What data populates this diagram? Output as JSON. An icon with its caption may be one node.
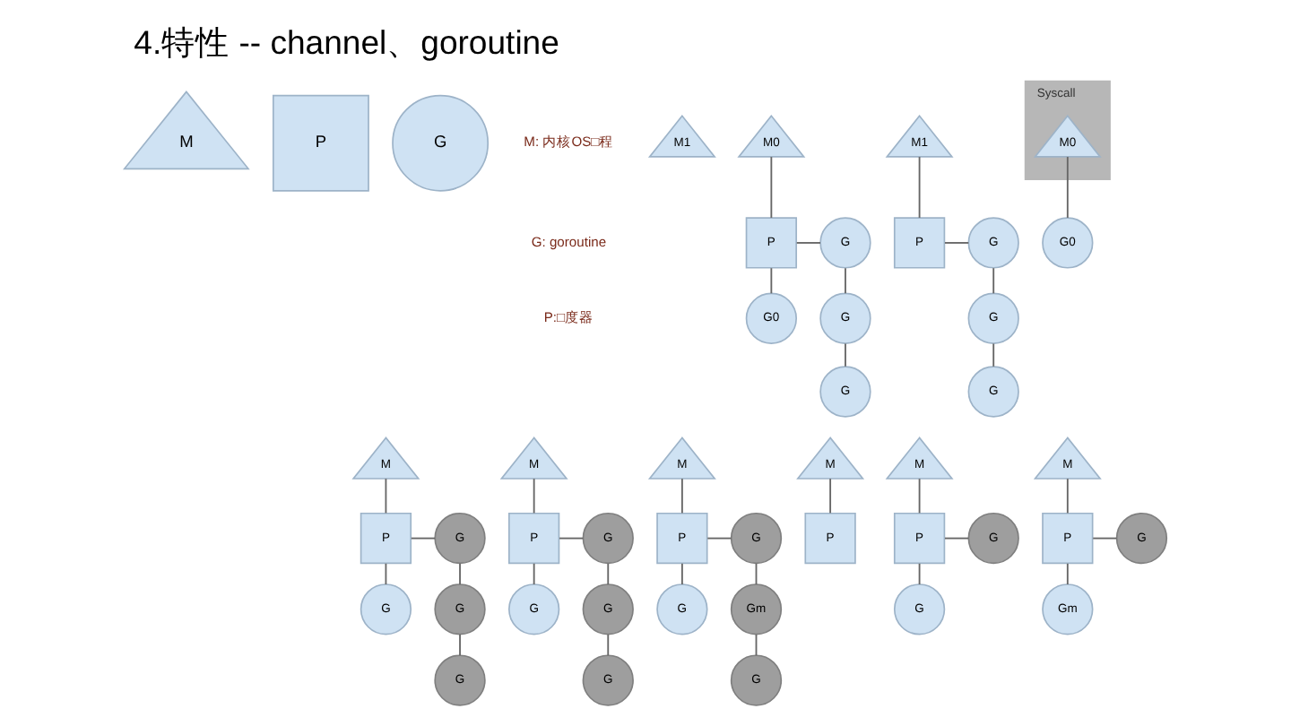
{
  "diagram": {
    "title": "4.特性 -- channel、goroutine",
    "nodes": [
      {
        "text": [
          "M"
        ]
      },
      {
        "text": [
          "P"
        ]
      },
      {
        "text": [
          "G"
        ]
      },
      {
        "text": [
          "M1"
        ]
      },
      {
        "text": [
          "M0"
        ]
      },
      {
        "text": [
          "P"
        ]
      },
      {
        "text": [
          "G"
        ]
      },
      {
        "text": [
          "G0"
        ]
      },
      {
        "text": [
          "G"
        ]
      },
      {
        "text": [
          "G"
        ]
      },
      {
        "text": [
          "M1"
        ]
      },
      {
        "text": [
          "Syscall"
        ]
      },
      {
        "text": [
          "M0"
        ],
        "in": 11
      },
      {
        "text": [
          "P"
        ]
      },
      {
        "text": [
          "G"
        ]
      },
      {
        "text": [
          "G0"
        ]
      },
      {
        "text": [
          "G"
        ]
      },
      {
        "text": [
          "G"
        ]
      },
      {
        "text": [
          "M"
        ]
      },
      {
        "text": [
          "P"
        ]
      },
      {
        "text": [
          "G"
        ]
      },
      {
        "text": [
          "G"
        ]
      },
      {
        "text": [
          "G"
        ]
      },
      {
        "text": [
          "G"
        ]
      },
      {
        "text": [
          "M"
        ]
      },
      {
        "text": [
          "P"
        ]
      },
      {
        "text": [
          "G"
        ]
      },
      {
        "text": [
          "G"
        ]
      },
      {
        "text": [
          "G"
        ]
      },
      {
        "text": [
          "G"
        ]
      },
      {
        "text": [
          "M"
        ]
      },
      {
        "text": [
          "P"
        ]
      },
      {
        "text": [
          "G"
        ]
      },
      {
        "text": [
          "G"
        ]
      },
      {
        "text": [
          "Gm"
        ]
      },
      {
        "text": [
          "G"
        ]
      },
      {
        "text": [
          "M"
        ]
      },
      {
        "text": [
          "P"
        ]
      },
      {
        "text": [
          "M"
        ]
      },
      {
        "text": [
          "P"
        ]
      },
      {
        "text": [
          "G"
        ]
      },
      {
        "text": [
          "G"
        ]
      },
      {
        "text": [
          "M"
        ]
      },
      {
        "text": [
          "P"
        ]
      },
      {
        "text": [
          "G"
        ]
      },
      {
        "text": [
          "Gm"
        ]
      }
    ],
    "edges": [
      {
        "from": 4,
        "to": 5,
        "arrow": "none"
      },
      {
        "from": 5,
        "to": 6,
        "arrow": "none"
      },
      {
        "from": 5,
        "to": 7,
        "arrow": "none"
      },
      {
        "from": 6,
        "to": 8,
        "arrow": "none"
      },
      {
        "from": 8,
        "to": 9,
        "arrow": "none"
      },
      {
        "from": 10,
        "to": 13,
        "arrow": "none"
      },
      {
        "from": 13,
        "to": 14,
        "arrow": "none"
      },
      {
        "from": 14,
        "to": 16,
        "arrow": "none"
      },
      {
        "from": 16,
        "to": 17,
        "arrow": "none"
      },
      {
        "from": 12,
        "to": 15,
        "arrow": "none"
      },
      {
        "from": 18,
        "to": 19,
        "arrow": "none"
      },
      {
        "from": 19,
        "to": 20,
        "arrow": "none"
      },
      {
        "from": 19,
        "to": 21,
        "arrow": "none"
      },
      {
        "from": 20,
        "to": 22,
        "arrow": "none"
      },
      {
        "from": 22,
        "to": 23,
        "arrow": "none"
      },
      {
        "from": 24,
        "to": 25,
        "arrow": "none"
      },
      {
        "from": 25,
        "to": 26,
        "arrow": "none"
      },
      {
        "from": 25,
        "to": 27,
        "arrow": "none"
      },
      {
        "from": 26,
        "to": 28,
        "arrow": "none"
      },
      {
        "from": 28,
        "to": 29,
        "arrow": "none"
      },
      {
        "from": 30,
        "to": 31,
        "arrow": "none"
      },
      {
        "from": 31,
        "to": 32,
        "arrow": "none"
      },
      {
        "from": 31,
        "to": 33,
        "arrow": "none"
      },
      {
        "from": 32,
        "to": 34,
        "arrow": "none"
      },
      {
        "from": 34,
        "to": 35,
        "arrow": "none"
      },
      {
        "from": 36,
        "to": 37,
        "arrow": "none"
      },
      {
        "from": 38,
        "to": 39,
        "arrow": "none"
      },
      {
        "from": 39,
        "to": 40,
        "arrow": "none"
      },
      {
        "from": 39,
        "to": 41,
        "arrow": "none"
      },
      {
        "from": 42,
        "to": 43,
        "arrow": "none"
      },
      {
        "from": 43,
        "to": 44,
        "arrow": "none"
      },
      {
        "from": 43,
        "to": 45,
        "arrow": "none"
      }
    ],
    "labels": [
      "M: 内核OS□程",
      "G: goroutine",
      "P:□度器"
    ]
  }
}
